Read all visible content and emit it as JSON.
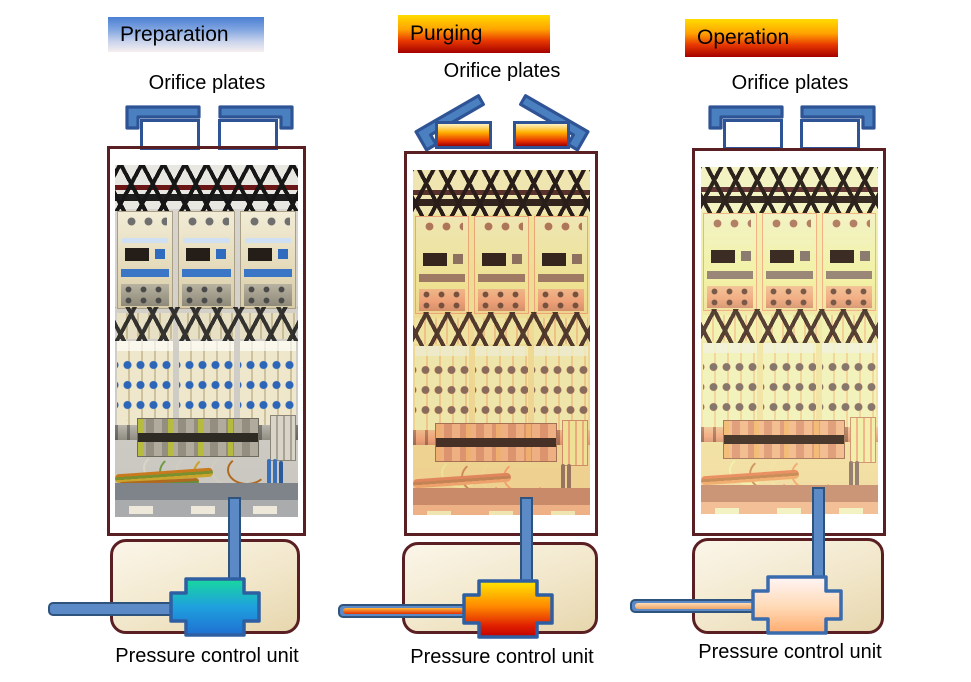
{
  "title": "Pressure control stages diagram",
  "stages": [
    {
      "id": "preparation",
      "label": "Preparation",
      "orifice_label": "Orifice plates",
      "caption": "Pressure control unit",
      "orifice_state": "closed",
      "photo": {
        "description": "electrical control panel photo",
        "tint": "none"
      },
      "label_gradient": [
        "#4B80D2",
        "#F6EFEF"
      ],
      "valve_gradient": [
        "#18D89E",
        "#1FA0DE",
        "#1F6FD2"
      ],
      "plate_fill": "#FFFFFF",
      "horizontal_pipe_core": "#5C8AC6"
    },
    {
      "id": "purging",
      "label": "Purging",
      "orifice_label": "Orifice plates",
      "caption": "Pressure control unit",
      "orifice_state": "open",
      "photo": {
        "description": "electrical control panel photo",
        "tint": "red"
      },
      "label_gradient": [
        "#FFDC00",
        "#A40000"
      ],
      "valve_gradient": [
        "#FFE600",
        "#FF8A00",
        "#C00000"
      ],
      "plate_fill_gradient": [
        "#FFF3C4",
        "#FFB100",
        "#9E0000"
      ],
      "horizontal_pipe_core": [
        "#FFB83D",
        "#E33000"
      ]
    },
    {
      "id": "operation",
      "label": "Operation",
      "orifice_label": "Orifice plates",
      "caption": "Pressure control unit",
      "orifice_state": "closed",
      "photo": {
        "description": "electrical control panel photo",
        "tint": "red"
      },
      "label_gradient": [
        "#FFDC00",
        "#A40000"
      ],
      "valve_gradient": [
        "#FFF5F6",
        "#FFD9B4",
        "#FFAB6E"
      ],
      "plate_fill": "#FFFFFF",
      "horizontal_pipe_core": [
        "#FFDCB4",
        "#F0A468"
      ]
    }
  ],
  "colors": {
    "frame_border": "#5A1F23",
    "pressure_box_fill": "#F2E7CB",
    "orifice_cap_fill": "#4A80C0",
    "orifice_border": "#2F5496",
    "pipe_fill": "#5C8AC6",
    "pipe_border": "#2E547E",
    "valve_border": "#2E5FA3"
  }
}
